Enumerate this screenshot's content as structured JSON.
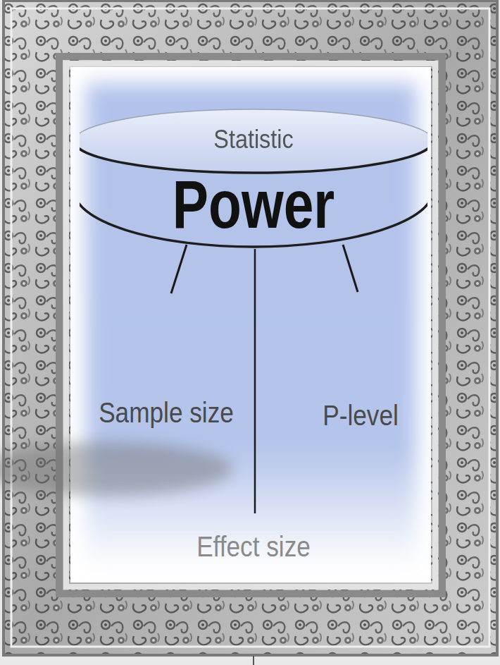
{
  "diagram": {
    "nodes": [
      {
        "text": [
          "Statistic",
          "Power"
        ]
      }
    ],
    "labels": [
      "Sample size",
      "P-level",
      "Effect size"
    ]
  }
}
